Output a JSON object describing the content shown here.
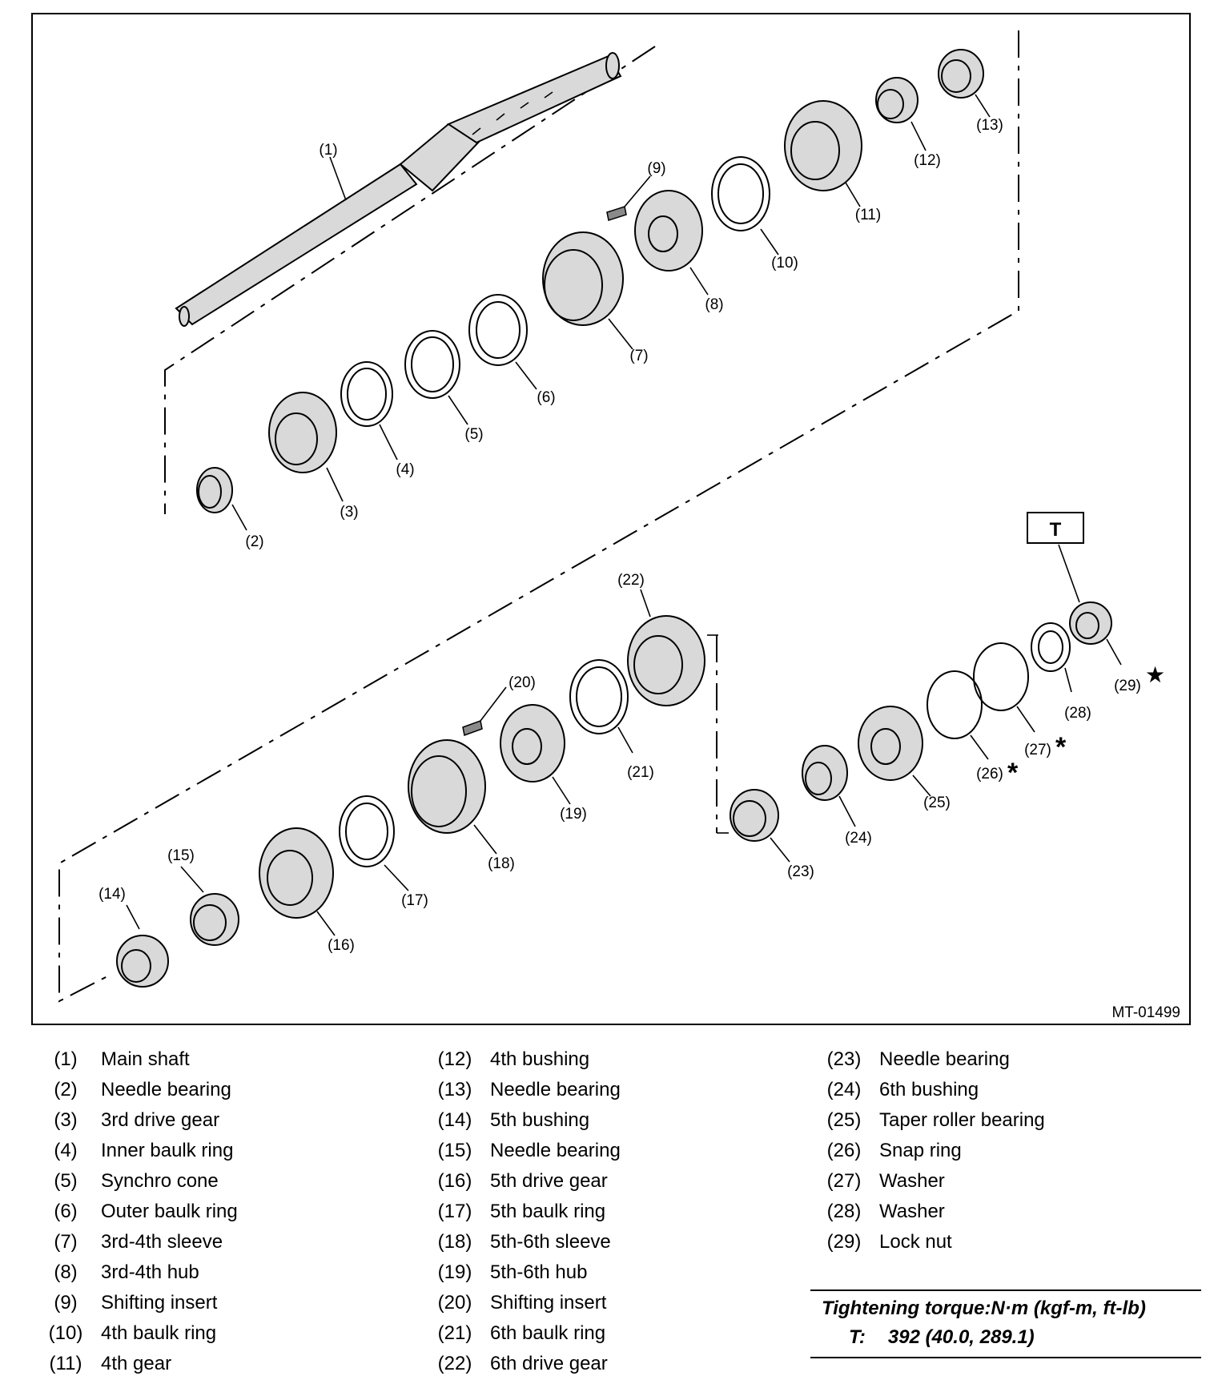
{
  "diagram": {
    "figure_id": "MT-01499",
    "callouts": [
      "(1)",
      "(2)",
      "(3)",
      "(4)",
      "(5)",
      "(6)",
      "(7)",
      "(8)",
      "(9)",
      "(10)",
      "(11)",
      "(12)",
      "(13)",
      "(14)",
      "(15)",
      "(16)",
      "(17)",
      "(18)",
      "(19)",
      "(20)",
      "(21)",
      "(22)",
      "(23)",
      "(24)",
      "(25)",
      "(26)",
      "(27)",
      "(28)",
      "(29)"
    ],
    "torque_box_label": "T",
    "star_mark": "★",
    "asterisk_mark": "*"
  },
  "legend": [
    {
      "num": "(1)",
      "label": "Main shaft"
    },
    {
      "num": "(2)",
      "label": "Needle bearing"
    },
    {
      "num": "(3)",
      "label": "3rd drive gear"
    },
    {
      "num": "(4)",
      "label": "Inner baulk ring"
    },
    {
      "num": "(5)",
      "label": "Synchro cone"
    },
    {
      "num": "(6)",
      "label": "Outer baulk ring"
    },
    {
      "num": "(7)",
      "label": "3rd-4th sleeve"
    },
    {
      "num": "(8)",
      "label": "3rd-4th hub"
    },
    {
      "num": "(9)",
      "label": "Shifting insert"
    },
    {
      "num": "(10)",
      "label": "4th baulk ring"
    },
    {
      "num": "(11)",
      "label": "4th gear"
    },
    {
      "num": "(12)",
      "label": "4th bushing"
    },
    {
      "num": "(13)",
      "label": "Needle bearing"
    },
    {
      "num": "(14)",
      "label": "5th bushing"
    },
    {
      "num": "(15)",
      "label": "Needle bearing"
    },
    {
      "num": "(16)",
      "label": "5th drive gear"
    },
    {
      "num": "(17)",
      "label": "5th baulk ring"
    },
    {
      "num": "(18)",
      "label": "5th-6th sleeve"
    },
    {
      "num": "(19)",
      "label": "5th-6th hub"
    },
    {
      "num": "(20)",
      "label": "Shifting insert"
    },
    {
      "num": "(21)",
      "label": "6th baulk ring"
    },
    {
      "num": "(22)",
      "label": "6th drive gear"
    },
    {
      "num": "(23)",
      "label": "Needle bearing"
    },
    {
      "num": "(24)",
      "label": "6th bushing"
    },
    {
      "num": "(25)",
      "label": "Taper roller bearing"
    },
    {
      "num": "(26)",
      "label": "Snap ring"
    },
    {
      "num": "(27)",
      "label": "Washer"
    },
    {
      "num": "(28)",
      "label": "Washer"
    },
    {
      "num": "(29)",
      "label": "Lock nut"
    }
  ],
  "torque": {
    "heading": "Tightening torque:N·m (kgf-m, ft-lb)",
    "code": "T:",
    "value": "392 (40.0, 289.1)"
  }
}
